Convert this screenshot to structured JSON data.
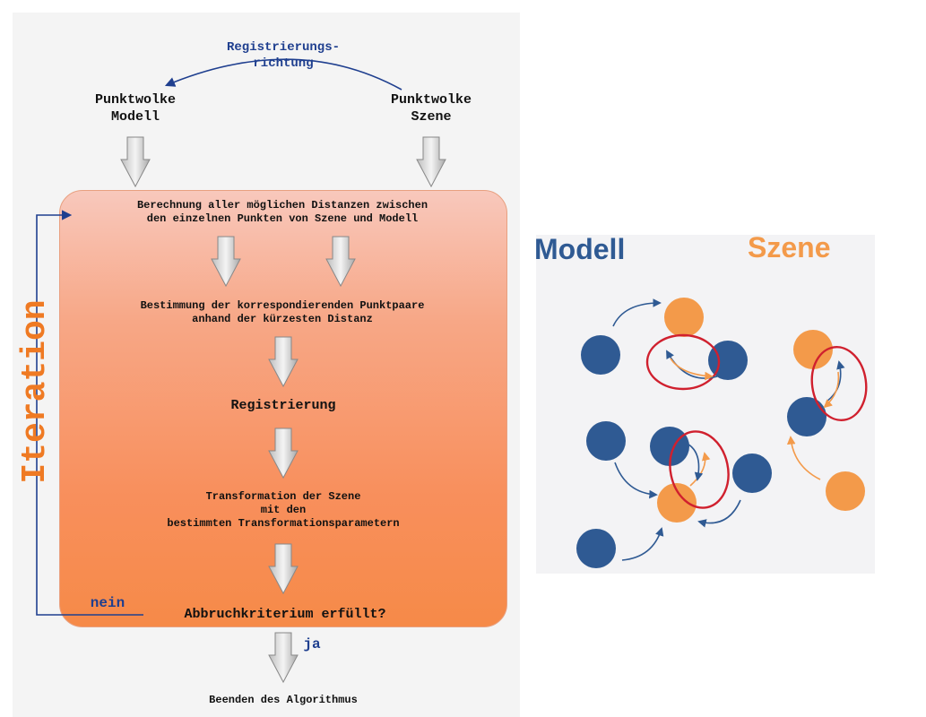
{
  "left": {
    "direction_label": "Registrierungs-\nrichtung",
    "model_cloud": "Punktwolke\nModell",
    "scene_cloud": "Punktwolke\nSzene",
    "step_distances": "Berechnung aller möglichen Distanzen zwischen\nden einzelnen Punkten von Szene und Modell",
    "step_pairs": "Bestimmung der korrespondierenden Punktpaare\nanhand der kürzesten Distanz",
    "step_registration": "Registrierung",
    "step_transform": "Transformation der Szene\nmit den\nbestimmten Transformationsparametern",
    "step_criterion": "Abbruchkriterium erfüllt?",
    "label_no": "nein",
    "label_yes": "ja",
    "step_end": "Beenden des Algorithmus",
    "iteration_label": "Iteration"
  },
  "right": {
    "model_title": "Modell",
    "scene_title": "Szene"
  },
  "colors": {
    "model_blue": "#2f5a93",
    "scene_orange": "#f39a4a",
    "match_red": "#d0202e",
    "flow_blue": "#1f3f8f",
    "iteration_orange": "#ef7a23"
  }
}
